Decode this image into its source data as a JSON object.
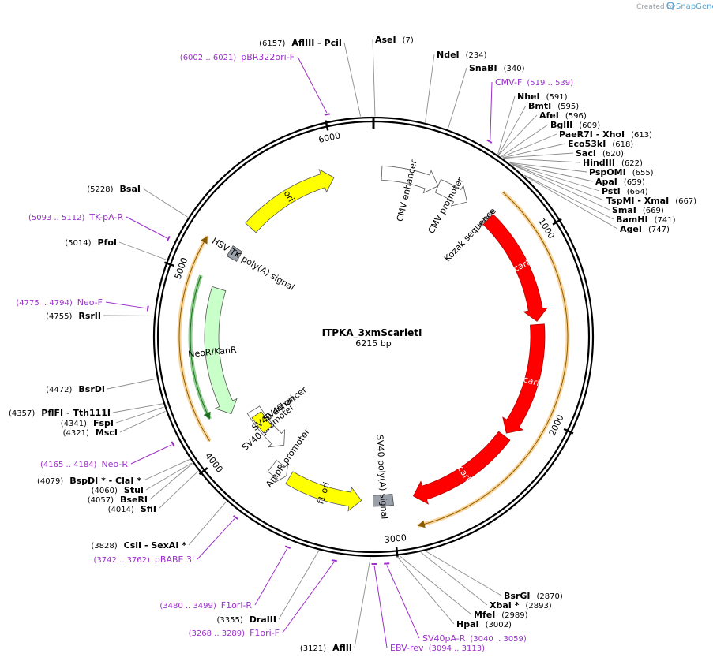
{
  "credit": {
    "prefix": "Created by",
    "brand": "SnapGene"
  },
  "plasmid": {
    "name": "ITPKA_3xmScarletI",
    "size_label": "6215 bp",
    "length": 6215
  },
  "ring_ticks": [
    {
      "pos": 1000,
      "label": "1000"
    },
    {
      "pos": 2000,
      "label": "2000"
    },
    {
      "pos": 3000,
      "label": "3000"
    },
    {
      "pos": 4000,
      "label": "4000"
    },
    {
      "pos": 5000,
      "label": "5000"
    },
    {
      "pos": 6000,
      "label": "6000"
    }
  ],
  "enzymes": [
    {
      "name": "AseI",
      "pos_label": "(7)",
      "pos": 7
    },
    {
      "name": "NdeI",
      "pos_label": "(234)",
      "pos": 234
    },
    {
      "name": "SnaBI",
      "pos_label": "(340)",
      "pos": 340
    },
    {
      "name": "NheI",
      "pos_label": "(591)",
      "pos": 591
    },
    {
      "name": "BmtI",
      "pos_label": "(595)",
      "pos": 595
    },
    {
      "name": "AfeI",
      "pos_label": "(596)",
      "pos": 596
    },
    {
      "name": "BglII",
      "pos_label": "(609)",
      "pos": 609
    },
    {
      "name": "PaeR7I  - XhoI",
      "pos_label": "(613)",
      "pos": 613
    },
    {
      "name": "Eco53kI",
      "pos_label": "(618)",
      "pos": 618
    },
    {
      "name": "SacI",
      "pos_label": "(620)",
      "pos": 620
    },
    {
      "name": "HindIII",
      "pos_label": "(622)",
      "pos": 622
    },
    {
      "name": "PspOMI",
      "pos_label": "(655)",
      "pos": 655
    },
    {
      "name": "ApaI",
      "pos_label": "(659)",
      "pos": 659
    },
    {
      "name": "PstI",
      "pos_label": "(664)",
      "pos": 664
    },
    {
      "name": "TspMI  - XmaI",
      "pos_label": "(667)",
      "pos": 667
    },
    {
      "name": "SmaI",
      "pos_label": "(669)",
      "pos": 669
    },
    {
      "name": "BamHI",
      "pos_label": "(741)",
      "pos": 741
    },
    {
      "name": "AgeI",
      "pos_label": "(747)",
      "pos": 747
    },
    {
      "name": "BsrGI",
      "pos_label": "(2870)",
      "pos": 2870
    },
    {
      "name": "XbaI *",
      "pos_label": "(2893)",
      "pos": 2893
    },
    {
      "name": "MfeI",
      "pos_label": "(2989)",
      "pos": 2989
    },
    {
      "name": "HpaI",
      "pos_label": "(3002)",
      "pos": 3002
    },
    {
      "name": "AflII",
      "pos_label": "(3121)",
      "pos": 3121
    },
    {
      "name": "DraIII",
      "pos_label": "(3355)",
      "pos": 3355
    },
    {
      "name": "CsiI  - SexAI *",
      "pos_label": "(3828)",
      "pos": 3828
    },
    {
      "name": "SfiI",
      "pos_label": "(4014)",
      "pos": 4014
    },
    {
      "name": "BseRI",
      "pos_label": "(4057)",
      "pos": 4057
    },
    {
      "name": "StuI",
      "pos_label": "(4060)",
      "pos": 4060
    },
    {
      "name": "BspDI *  - ClaI *",
      "pos_label": "(4079)",
      "pos": 4079
    },
    {
      "name": "MscI",
      "pos_label": "(4321)",
      "pos": 4321
    },
    {
      "name": "FspI",
      "pos_label": "(4341)",
      "pos": 4341
    },
    {
      "name": "PflFI  - Tth111I",
      "pos_label": "(4357)",
      "pos": 4357
    },
    {
      "name": "BsrDI",
      "pos_label": "(4472)",
      "pos": 4472
    },
    {
      "name": "RsrII",
      "pos_label": "(4755)",
      "pos": 4755
    },
    {
      "name": "PfoI",
      "pos_label": "(5014)",
      "pos": 5014
    },
    {
      "name": "BsaI",
      "pos_label": "(5228)",
      "pos": 5228
    },
    {
      "name": "AflIII  - PciI",
      "pos_label": "(6157)",
      "pos": 6157
    }
  ],
  "primers": [
    {
      "name": "CMV-F",
      "range_label": "(519 .. 539)",
      "mid": 529
    },
    {
      "name": "SV40pA-R",
      "range_label": "(3040 .. 3059)",
      "mid": 3050
    },
    {
      "name": "EBV-rev",
      "range_label": "(3094 .. 3113)",
      "mid": 3104
    },
    {
      "name": "F1ori-F",
      "range_label": "(3268 .. 3289)",
      "mid": 3279
    },
    {
      "name": "F1ori-R",
      "range_label": "(3480 .. 3499)",
      "mid": 3490
    },
    {
      "name": "pBABE 3'",
      "range_label": "(3742 .. 3762)",
      "mid": 3752
    },
    {
      "name": "Neo-R",
      "range_label": "(4165 .. 4184)",
      "mid": 4175
    },
    {
      "name": "Neo-F",
      "range_label": "(4775 .. 4794)",
      "mid": 4785
    },
    {
      "name": "TK-pA-R",
      "range_label": "(5093 .. 5112)",
      "mid": 5103
    },
    {
      "name": "pBR322ori-F",
      "range_label": "(6002 .. 6021)",
      "mid": 6012
    }
  ],
  "features": [
    {
      "name": "CMV enhancer",
      "start": 50,
      "end": 400,
      "direction": "forward",
      "color": "#ffffff",
      "kind": "arrow"
    },
    {
      "name": "CMV promoter",
      "start": 400,
      "end": 600,
      "direction": "forward",
      "color": "#ffffff",
      "kind": "arrow"
    },
    {
      "name": "Kozak sequence",
      "start": 748,
      "end": 757,
      "direction": "forward",
      "color": "#ffffff",
      "kind": "marker"
    },
    {
      "name": "mScarlet-I",
      "start": 765,
      "end": 1460,
      "direction": "forward",
      "color": "#ff0000",
      "kind": "arrow"
    },
    {
      "name": "mScarlet-I",
      "start": 1480,
      "end": 2175,
      "direction": "forward",
      "color": "#ff0000",
      "kind": "arrow"
    },
    {
      "name": "mScarlet-I",
      "start": 2195,
      "end": 2865,
      "direction": "forward",
      "color": "#ff0000",
      "kind": "arrow"
    },
    {
      "name": "SV40 poly(A) signal",
      "start": 2990,
      "end": 3110,
      "direction": "none",
      "color": "#9aa1ab",
      "kind": "box"
    },
    {
      "name": "f1 ori",
      "start": 3180,
      "end": 3640,
      "direction": "reverse",
      "color": "#ffff00",
      "kind": "arrow"
    },
    {
      "name": "AmpR promoter",
      "start": 3660,
      "end": 3765,
      "direction": "reverse",
      "color": "#ffffff",
      "kind": "arrow"
    },
    {
      "name": "SV40 promoter",
      "start": 3790,
      "end": 4120,
      "direction": "reverse",
      "color": "#ffffff",
      "kind": "arrow"
    },
    {
      "name": "SV40 ori",
      "start": 3950,
      "end": 4080,
      "direction": "none",
      "color": "#ffff00",
      "kind": "box"
    },
    {
      "name": "SV40 enhancer",
      "start": 3935,
      "end": 4090,
      "direction": "none",
      "color": "#ffffff",
      "kind": "label"
    },
    {
      "name": "NeoR/KanR",
      "start": 4170,
      "end": 4960,
      "direction": "reverse",
      "color": "#c9ffc9",
      "kind": "arrow"
    },
    {
      "name": "HSV TK poly(A) signal",
      "start": 5160,
      "end": 5230,
      "direction": "none",
      "color": "#9aa1ab",
      "kind": "box"
    },
    {
      "name": "ori",
      "start": 5380,
      "end": 5975,
      "direction": "forward",
      "color": "#ffff00",
      "kind": "arrow"
    }
  ],
  "orfs": [
    {
      "start": 720,
      "end": 2880,
      "direction": "forward",
      "color": "#f4b046"
    },
    {
      "start": 4100,
      "end": 5200,
      "direction": "forward",
      "color": "#f4b046"
    },
    {
      "start": 4200,
      "end": 5000,
      "direction": "reverse",
      "color": "#32a032"
    }
  ]
}
